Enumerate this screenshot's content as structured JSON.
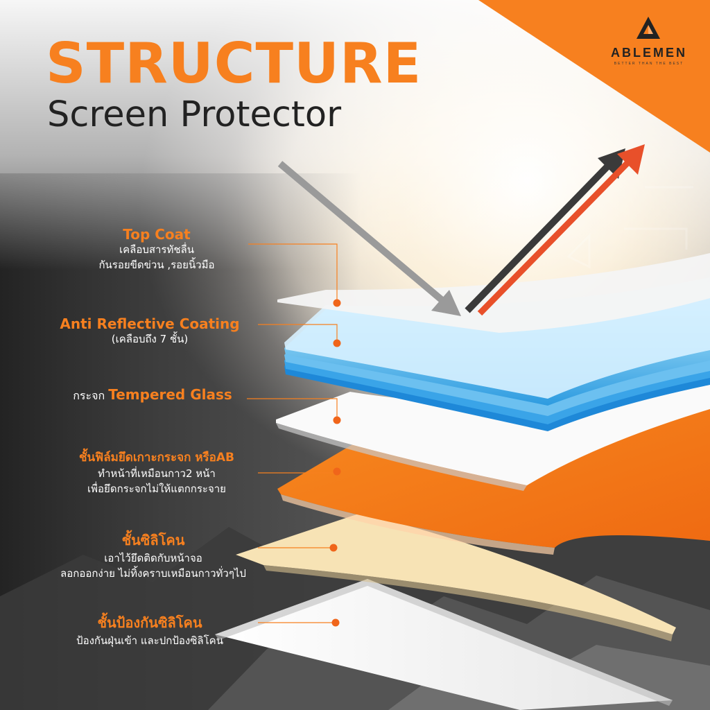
{
  "header": {
    "title": "STRUCTURE",
    "subtitle": "Screen Protector"
  },
  "brand": {
    "logo_icon": "triangle-logo-icon",
    "name": "ABLEMEN",
    "tagline": "BETTER THAN THE BEST"
  },
  "layers": [
    {
      "heading": "Top Coat",
      "lines": [
        "เคลือบสารทัชลื่น",
        "กันรอยขีดข่วน ,รอยนิ้วมือ"
      ]
    },
    {
      "heading": "Anti Reflective Coating",
      "lines": [
        "(เคลือบถึง  7 ชั้น)"
      ]
    },
    {
      "prefix": "กระจก",
      "heading": "Tempered Glass",
      "lines": []
    },
    {
      "heading": "ชั้นฟิล์มยึดเกาะกระจก หรือAB",
      "lines": [
        "ทำหน้าที่เหมือนกาว2 หน้า",
        "เพื่อยึดกระจกไม่ให้แตกกระจาย"
      ]
    },
    {
      "heading": "ชั้นซิลิโคน",
      "lines": [
        "เอาไว้ยึดติดกับหน้าจอ",
        "ลอกออกง่าย ไม่ทิ้งคราบเหมือนกาวทั่วๆไป"
      ]
    },
    {
      "heading": "ชั้นป้องกันซิลิโคน",
      "lines": [
        "ป้องกันฝุ่นเข้า และปกป้องซิลิโคน"
      ]
    }
  ],
  "colors": {
    "accent": "#f7801f",
    "arrow_incoming": "#9a9a9a",
    "arrow_dark": "#3a3a3a",
    "arrow_red": "#e8502a",
    "top_coat": "#f4f4f4",
    "anti_reflective": "#8fd0f2",
    "tempered_glass": "#fafafa",
    "ab_film": "#f47b16",
    "silicone": "#f7e3b5",
    "release_liner": "#ffffff"
  }
}
